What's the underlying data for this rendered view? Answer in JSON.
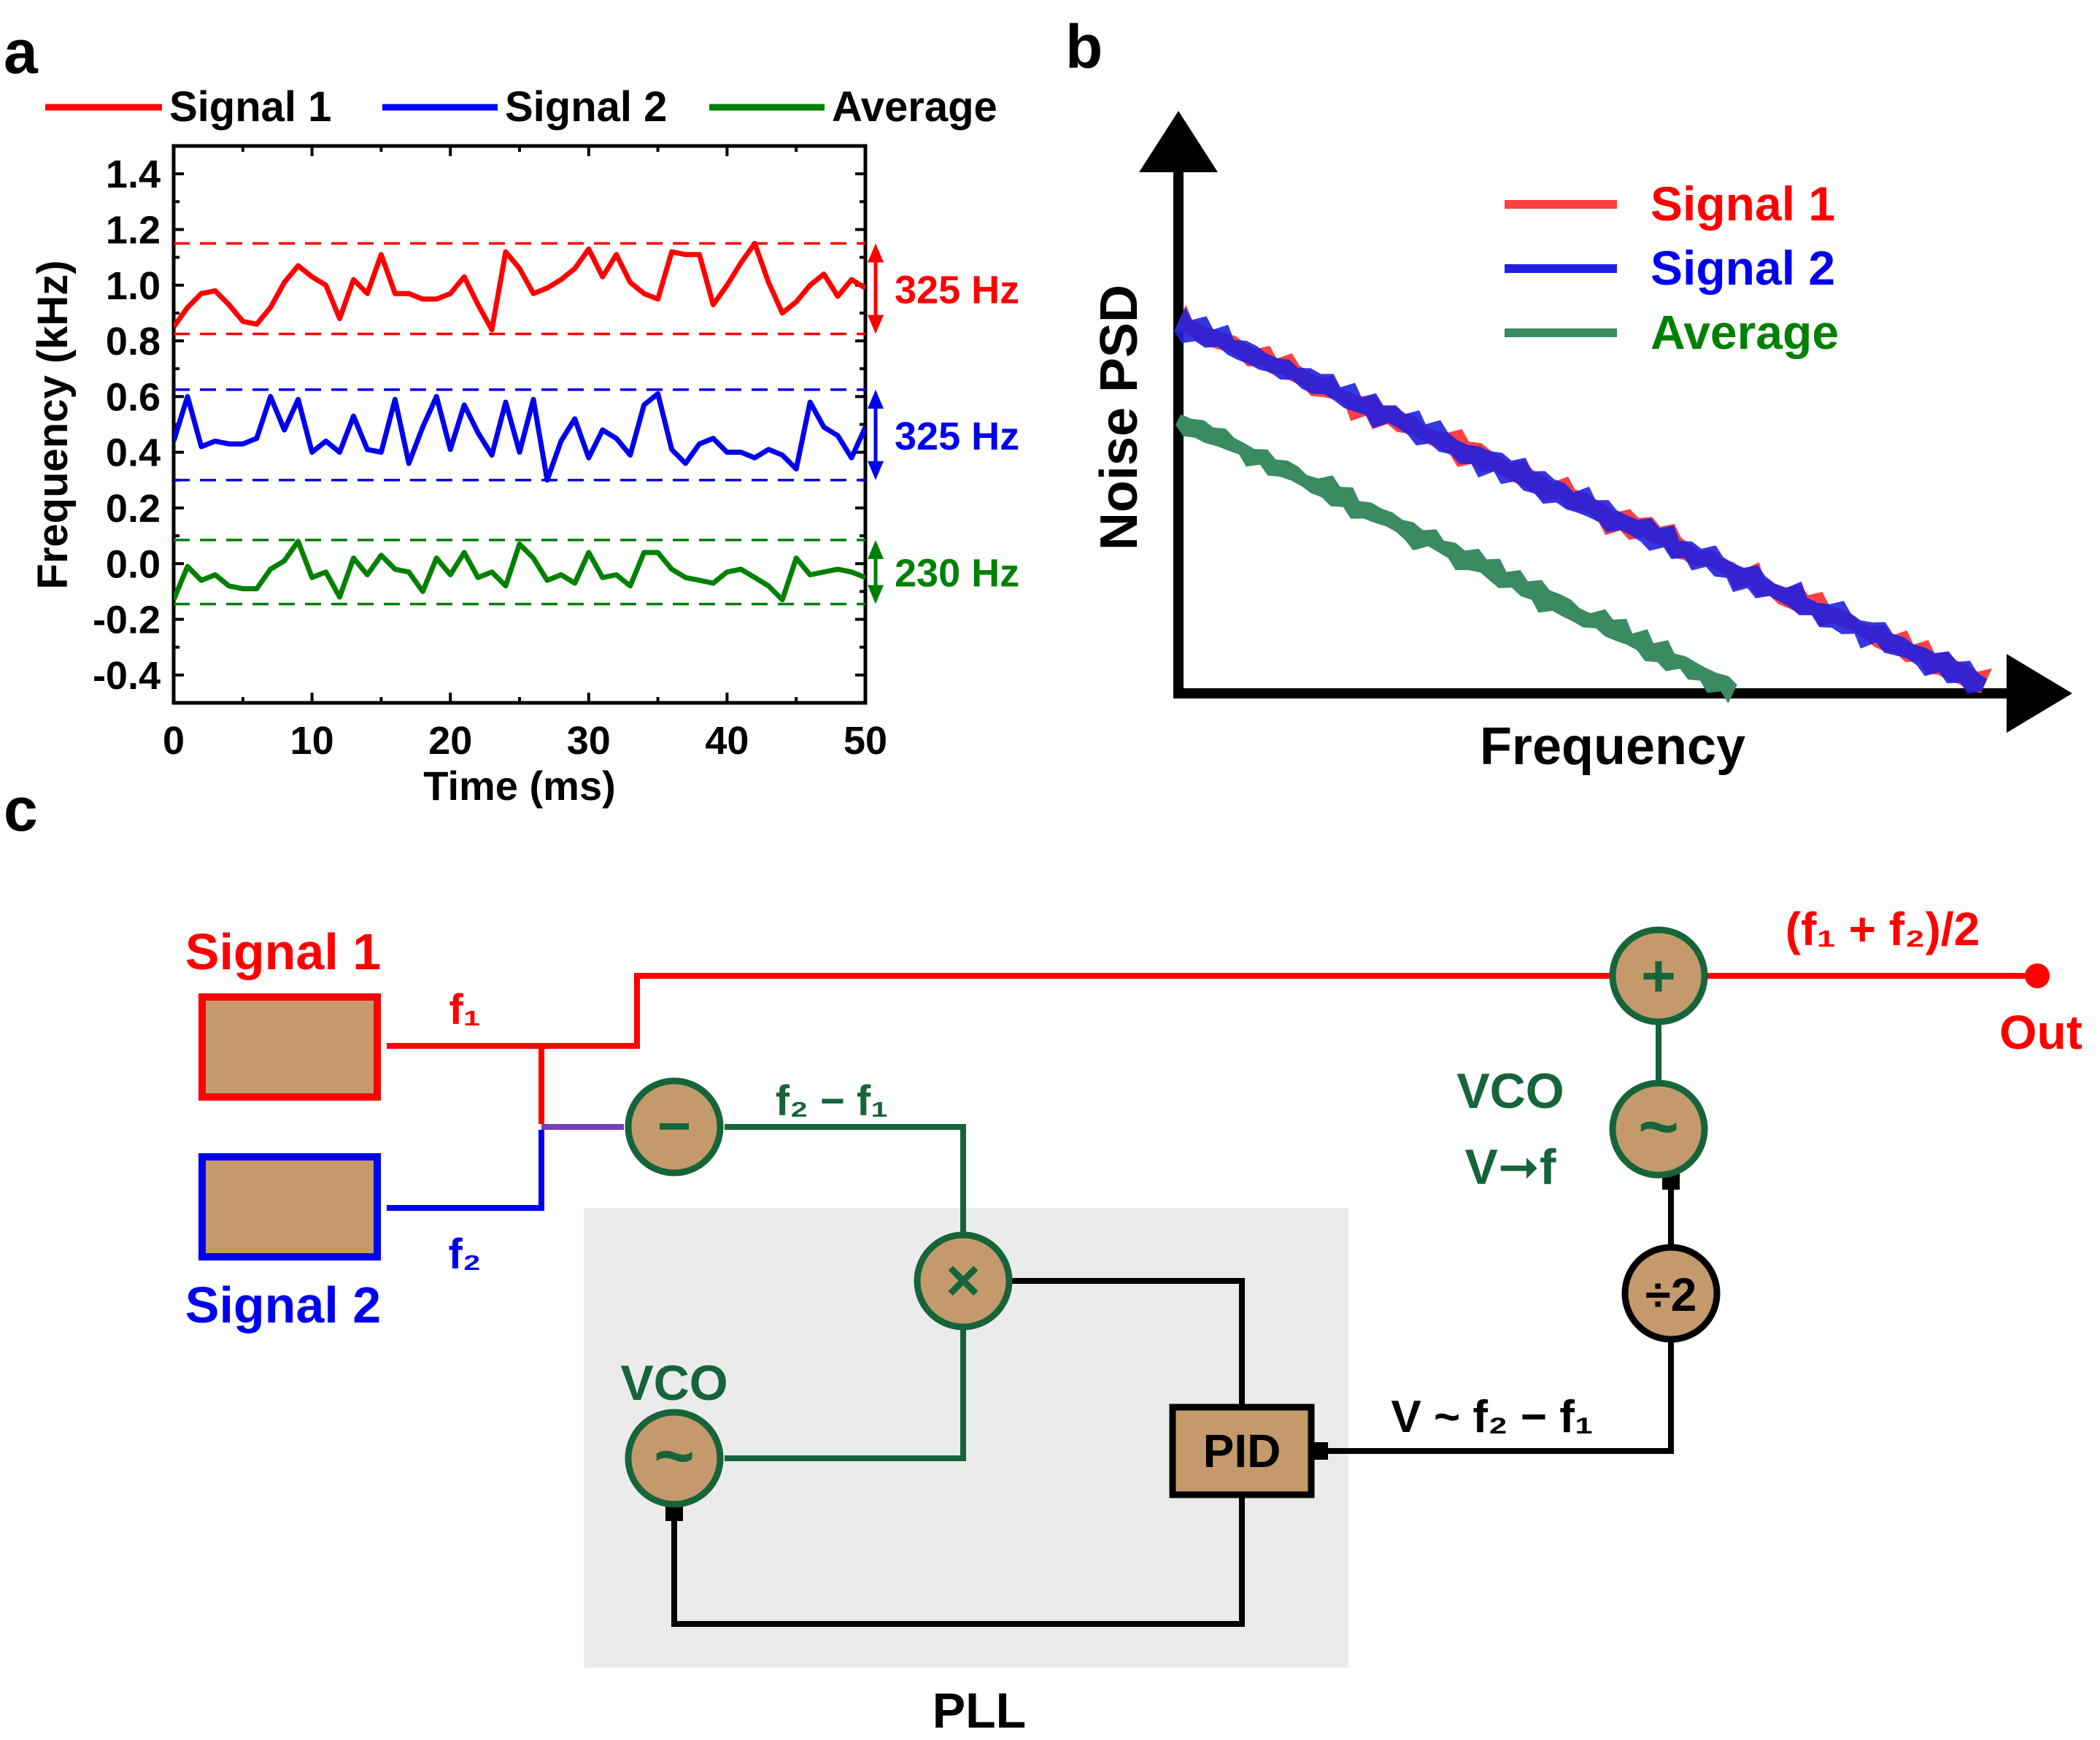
{
  "colors": {
    "signal1": "#ff0000",
    "signal2": "#0000ee",
    "average": "#008000",
    "circuit_green": "#16643a",
    "block_fill": "#c49a6c",
    "pll_bg": "#ebebeb",
    "wire_purple": "#7a3fb0",
    "psd_signal1": "#ff4040",
    "psd_signal2": "#2020e0",
    "psd_average": "#3a8a62"
  },
  "panel_a": {
    "label": "a",
    "legend": [
      "Signal 1",
      "Signal 2",
      "Average"
    ],
    "annotations": [
      {
        "text": "325 Hz",
        "series": "signal1"
      },
      {
        "text": "325 Hz",
        "series": "signal2"
      },
      {
        "text": "230 Hz",
        "series": "average"
      }
    ]
  },
  "panel_b": {
    "label": "b",
    "xlabel": "Frequency",
    "ylabel": "Noise PSD",
    "legend": [
      "Signal 1",
      "Signal 2",
      "Average"
    ]
  },
  "panel_c": {
    "label": "c",
    "signal1_label": "Signal 1",
    "signal2_label": "Signal 2",
    "f1_label": "f₁",
    "f2_label": "f₂",
    "diff_label": "f₂ − f₁",
    "minus_symbol": "−",
    "mult_symbol": "×",
    "plus_symbol": "+",
    "wave_symbol": "~",
    "div2_label": "÷2",
    "vco_pll_label": "VCO",
    "vco_out_label": "VCO",
    "vco_out_sub": "V➞f",
    "pid_label": "PID",
    "voltage_label": "V ~ f₂ − f₁",
    "output_formula": "(f₁ + f₂)/2",
    "out_label": "Out",
    "pll_label": "PLL"
  },
  "chart_data": [
    {
      "type": "line",
      "title": "",
      "xlabel": "Time (ms)",
      "ylabel": "Frequency (kHz)",
      "xlim": [
        0,
        50
      ],
      "ylim": [
        -0.5,
        1.5
      ],
      "xticks": [
        0,
        10,
        20,
        30,
        40,
        50
      ],
      "xtick_labels": [
        "0",
        "10",
        "20",
        "30",
        "40",
        "50"
      ],
      "yticks": [
        -0.4,
        -0.2,
        0.0,
        0.2,
        0.4,
        0.6,
        0.8,
        1.0,
        1.2,
        1.4
      ],
      "ytick_labels": [
        "-0.4",
        "-0.2",
        "0.0",
        "0.2",
        "0.4",
        "0.6",
        "0.8",
        "1.0",
        "1.2",
        "1.4"
      ],
      "legend_position": "top",
      "grid": false,
      "x": [
        0,
        1,
        2,
        3,
        4,
        5,
        6,
        7,
        8,
        9,
        10,
        11,
        12,
        13,
        14,
        15,
        16,
        17,
        18,
        19,
        20,
        21,
        22,
        23,
        24,
        25,
        26,
        27,
        28,
        29,
        30,
        31,
        32,
        33,
        34,
        35,
        36,
        37,
        38,
        39,
        40,
        41,
        42,
        43,
        44,
        45,
        46,
        47,
        48,
        49,
        50
      ],
      "series": [
        {
          "name": "Signal 1",
          "color": "#ff0000",
          "values": [
            0.85,
            0.92,
            0.97,
            0.98,
            0.93,
            0.87,
            0.86,
            0.92,
            1.01,
            1.07,
            1.03,
            1.0,
            0.88,
            1.02,
            0.97,
            1.11,
            0.97,
            0.97,
            0.95,
            0.95,
            0.97,
            1.03,
            0.93,
            0.84,
            1.12,
            1.06,
            0.97,
            0.99,
            1.02,
            1.06,
            1.13,
            1.03,
            1.11,
            1.01,
            0.97,
            0.95,
            1.12,
            1.11,
            1.11,
            0.93,
            1.0,
            1.08,
            1.15,
            1.01,
            0.9,
            0.94,
            1.0,
            1.04,
            0.96,
            1.02,
            0.99
          ],
          "band": {
            "low": 0.825,
            "high": 1.15,
            "label": "325 Hz"
          }
        },
        {
          "name": "Signal 2",
          "color": "#0000ee",
          "values": [
            0.44,
            0.6,
            0.42,
            0.44,
            0.43,
            0.43,
            0.45,
            0.6,
            0.48,
            0.59,
            0.4,
            0.44,
            0.4,
            0.53,
            0.41,
            0.4,
            0.59,
            0.36,
            0.49,
            0.6,
            0.41,
            0.57,
            0.47,
            0.39,
            0.58,
            0.4,
            0.59,
            0.3,
            0.44,
            0.52,
            0.38,
            0.48,
            0.45,
            0.39,
            0.57,
            0.61,
            0.41,
            0.36,
            0.43,
            0.45,
            0.4,
            0.4,
            0.38,
            0.41,
            0.39,
            0.34,
            0.58,
            0.49,
            0.46,
            0.38,
            0.49
          ],
          "band": {
            "low": 0.3,
            "high": 0.625,
            "label": "325 Hz"
          }
        },
        {
          "name": "Average",
          "color": "#008000",
          "values": [
            -0.13,
            -0.01,
            -0.06,
            -0.04,
            -0.08,
            -0.09,
            -0.09,
            -0.02,
            0.01,
            0.08,
            -0.05,
            -0.03,
            -0.12,
            0.02,
            -0.04,
            0.03,
            -0.02,
            -0.03,
            -0.1,
            0.02,
            -0.04,
            0.04,
            -0.05,
            -0.03,
            -0.08,
            0.07,
            0.02,
            -0.06,
            -0.04,
            -0.07,
            0.04,
            -0.05,
            -0.04,
            -0.08,
            0.04,
            0.04,
            -0.02,
            -0.05,
            -0.06,
            -0.07,
            -0.03,
            -0.02,
            -0.05,
            -0.08,
            -0.13,
            0.02,
            -0.04,
            -0.03,
            -0.02,
            -0.03,
            -0.05
          ],
          "band": {
            "low": -0.145,
            "high": 0.085,
            "label": "230 Hz"
          }
        }
      ]
    },
    {
      "type": "line",
      "title": "",
      "xlabel": "Frequency",
      "ylabel": "Noise PSD",
      "xlim": [
        0,
        1
      ],
      "ylim": [
        0,
        1
      ],
      "legend_position": "top-right",
      "grid": false,
      "series": [
        {
          "name": "Signal 1",
          "color": "#ff4040",
          "start": [
            0.0,
            0.72
          ],
          "end": [
            1.0,
            0.01
          ]
        },
        {
          "name": "Signal 2",
          "color": "#2020e0",
          "start": [
            0.0,
            0.72
          ],
          "end": [
            1.0,
            0.01
          ]
        },
        {
          "name": "Average",
          "color": "#3a8a62",
          "start": [
            0.0,
            0.53
          ],
          "end": [
            0.69,
            0.0
          ]
        }
      ]
    }
  ]
}
